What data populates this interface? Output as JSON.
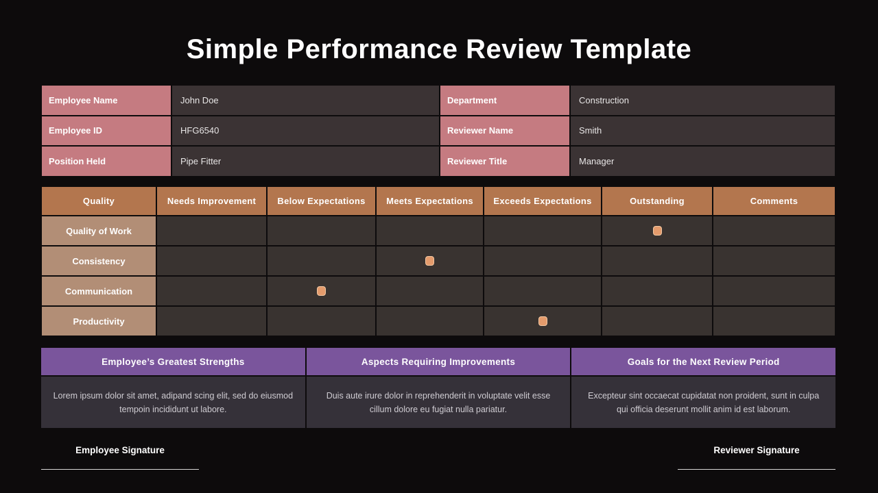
{
  "title": "Simple Performance Review Template",
  "colors": {
    "background": "#0d0b0c",
    "info_label_bg": "#c57b81",
    "info_value_bg": "#3b3334",
    "rating_header_bg": "#b3764e",
    "rating_row_label_bg": "#b28e76",
    "rating_cell_bg": "#393330",
    "marker_fill": "#e49b6c",
    "marker_border": "#f3c9a4",
    "section_header_bg": "#7a559c",
    "section_body_bg": "#353139"
  },
  "employee_info": {
    "rows": [
      {
        "label_left": "Employee Name",
        "value_left": "John Doe",
        "label_right": "Department",
        "value_right": "Construction"
      },
      {
        "label_left": "Employee ID",
        "value_left": "HFG6540",
        "label_right": "Reviewer Name",
        "value_right": "Smith"
      },
      {
        "label_left": "Position Held",
        "value_left": "Pipe Fitter",
        "label_right": "Reviewer Title",
        "value_right": "Manager"
      }
    ]
  },
  "rating_table": {
    "columns": [
      "Quality",
      "Needs Improvement",
      "Below Expectations",
      "Meets Expectations",
      "Exceeds Expectations",
      "Outstanding",
      "Comments"
    ],
    "rows": [
      {
        "label": "Quality of Work",
        "selected": "Outstanding",
        "comment": ""
      },
      {
        "label": "Consistency",
        "selected": "Meets Expectations",
        "comment": ""
      },
      {
        "label": "Communication",
        "selected": "Below Expectations",
        "comment": ""
      },
      {
        "label": "Productivity",
        "selected": "Exceeds Expectations",
        "comment": ""
      }
    ]
  },
  "sections": [
    {
      "header": "Employee’s Greatest Strengths",
      "body": "Lorem ipsum dolor sit amet, adipand scing elit, sed do eiusmod tempoin incididunt ut labore."
    },
    {
      "header": "Aspects Requiring Improvements",
      "body": "Duis aute irure dolor in reprehenderit in voluptate velit esse cillum dolore eu fugiat nulla pariatur."
    },
    {
      "header": "Goals for the Next Review Period",
      "body": "Excepteur sint occaecat cupidatat non proident, sunt in culpa qui officia deserunt mollit anim id est laborum."
    }
  ],
  "signatures": {
    "left_label": "Employee Signature",
    "right_label": "Reviewer Signature"
  }
}
